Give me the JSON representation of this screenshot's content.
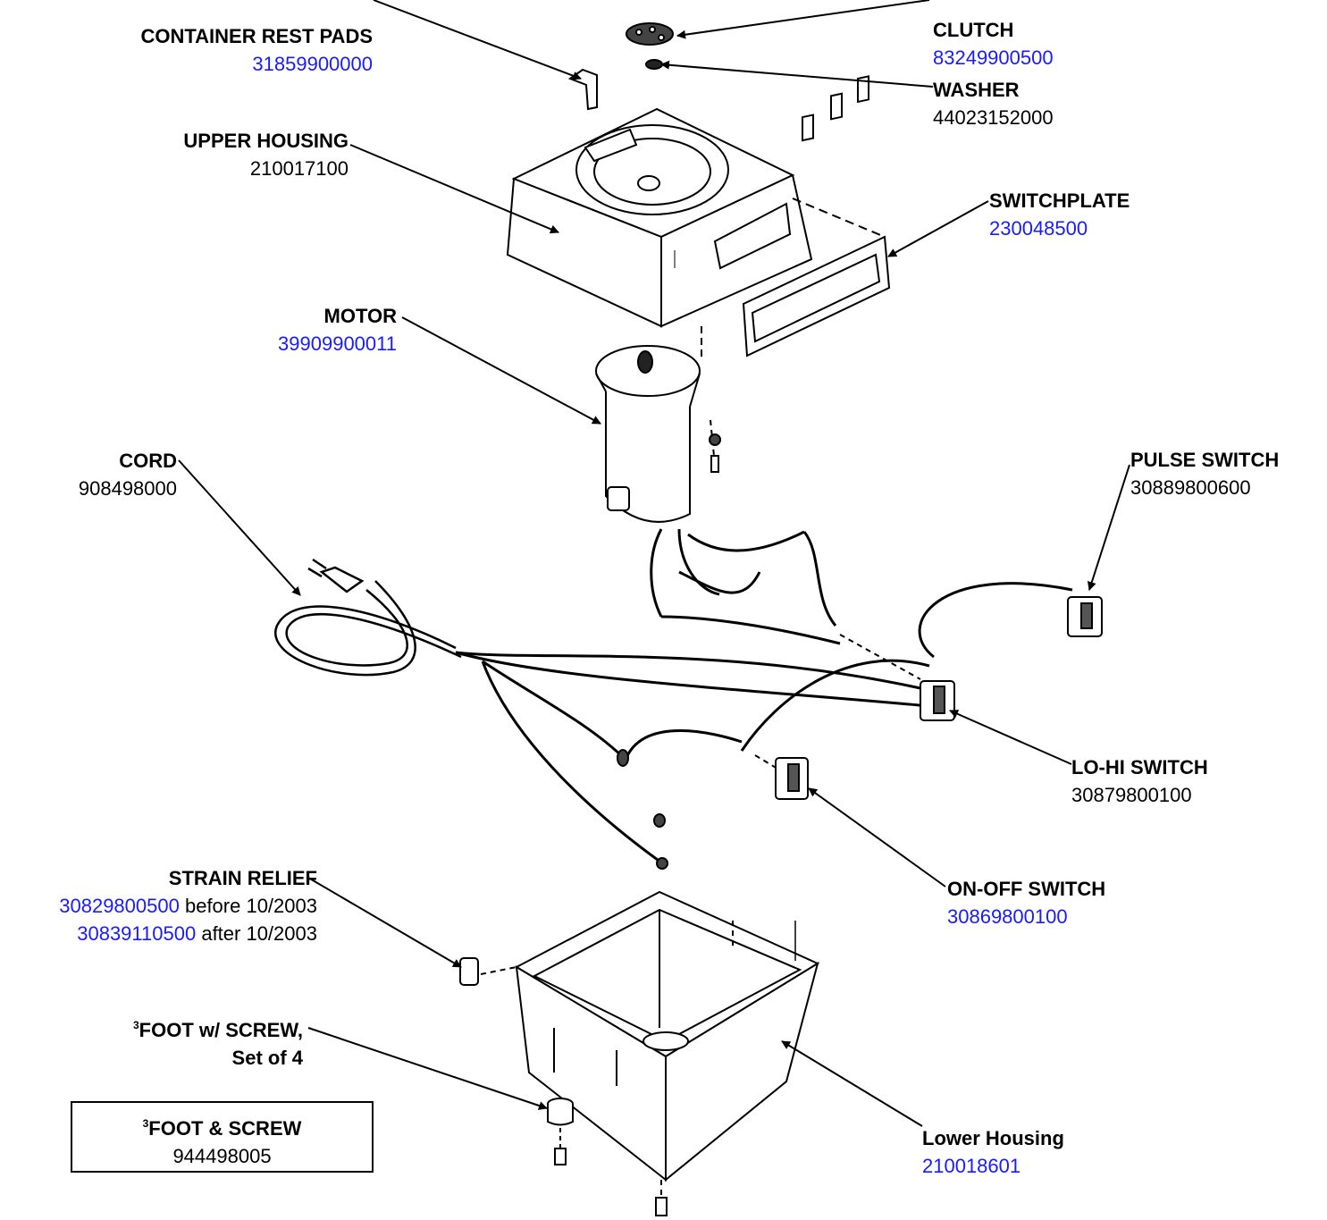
{
  "parts": {
    "container_rest_pads": {
      "name": "CONTAINER REST PADS",
      "number": "31859900000"
    },
    "clutch": {
      "name": "CLUTCH",
      "number": "83249900500"
    },
    "washer": {
      "name": "WASHER",
      "number": "44023152000"
    },
    "upper_housing": {
      "name": "UPPER HOUSING",
      "number": "210017100"
    },
    "switchplate": {
      "name": "SWITCHPLATE",
      "number": "230048500"
    },
    "motor": {
      "name": "MOTOR",
      "number": "39909900011"
    },
    "cord": {
      "name": "CORD",
      "number": "908498000"
    },
    "pulse_switch": {
      "name": "PULSE SWITCH",
      "number": "30889800600"
    },
    "lo_hi_switch": {
      "name": "LO-HI SWITCH",
      "number": "30879800100"
    },
    "on_off_switch": {
      "name": "ON-OFF SWITCH",
      "number": "30869800100"
    },
    "strain_relief": {
      "name": "STRAIN RELIEF",
      "number_before": "30829800500",
      "note_before": "before 10/2003",
      "number_after": "30839110500",
      "note_after": "after 10/2003"
    },
    "foot_with_screw": {
      "sup": "3",
      "name_line1": "FOOT w/ SCREW,",
      "name_line2": "Set of 4"
    },
    "lower_housing": {
      "name": "Lower Housing",
      "number": "210018601"
    }
  },
  "foot_box": {
    "sup": "3",
    "name": "FOOT & SCREW",
    "number": "944498005"
  },
  "colors": {
    "part_number_link": "#1a1aff",
    "label_text": "#000000"
  }
}
